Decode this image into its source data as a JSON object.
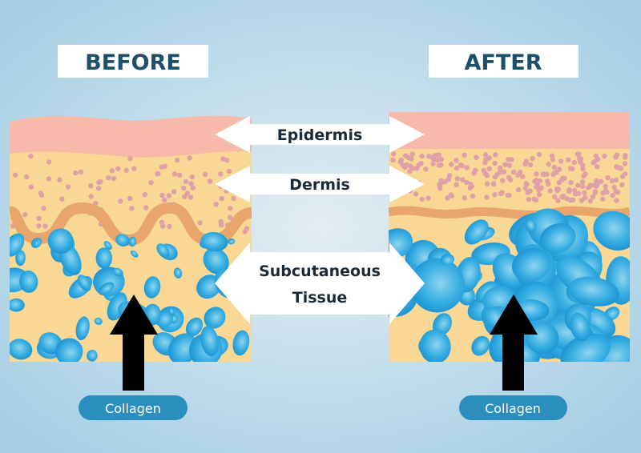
{
  "title_before": "BEFORE",
  "title_after": "AFTER",
  "layers": {
    "epidermis": "Epidermis",
    "dermis": "Dermis",
    "subcutaneous_line1": "Subcutaneous",
    "subcutaneous_line2": "Tissue"
  },
  "collagen_left": "Collagen",
  "collagen_right": "Collagen",
  "colors": {
    "background": "#b5d6e8",
    "title_text": "#1d4f6b",
    "epidermis": "#f7b9a9",
    "dermis": "#f8d894",
    "band": "#e9a66b",
    "dots": "#e0a0a8",
    "fat_cells": "#2aa6de",
    "pill": "#2a8fbf"
  }
}
